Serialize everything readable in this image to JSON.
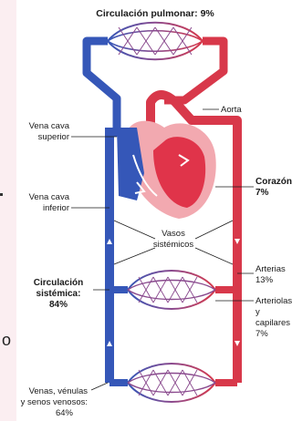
{
  "title": "Circulación pulmonar: 9%",
  "labels": {
    "aorta": "Aorta",
    "vena_cava_superior_1": "Vena cava",
    "vena_cava_superior_2": "superior",
    "vena_cava_inferior_1": "Vena cava",
    "vena_cava_inferior_2": "inferior",
    "corazon_1": "Corazón",
    "corazon_2": "7%",
    "vasos_1": "Vasos",
    "vasos_2": "sistémicos",
    "circ_sist_1": "Circulación",
    "circ_sist_2": "sistémica:",
    "circ_sist_3": "84%",
    "arterias_1": "Arterias",
    "arterias_2": "13%",
    "arteriolas_1": "Arteriolas",
    "arteriolas_2": "y",
    "arteriolas_3": "capilares",
    "arteriolas_4": "7%",
    "venas_1": "Venas, vénulas",
    "venas_2": "y senos venosos:",
    "venas_3": "64%"
  },
  "stray_char": "o",
  "colors": {
    "artery": "#d8384a",
    "vein": "#3557b8",
    "capillary": "#8a4a8e",
    "heart_red": "#e0344a",
    "heart_pink": "#f2a9b0",
    "background": "#fbeef1"
  }
}
